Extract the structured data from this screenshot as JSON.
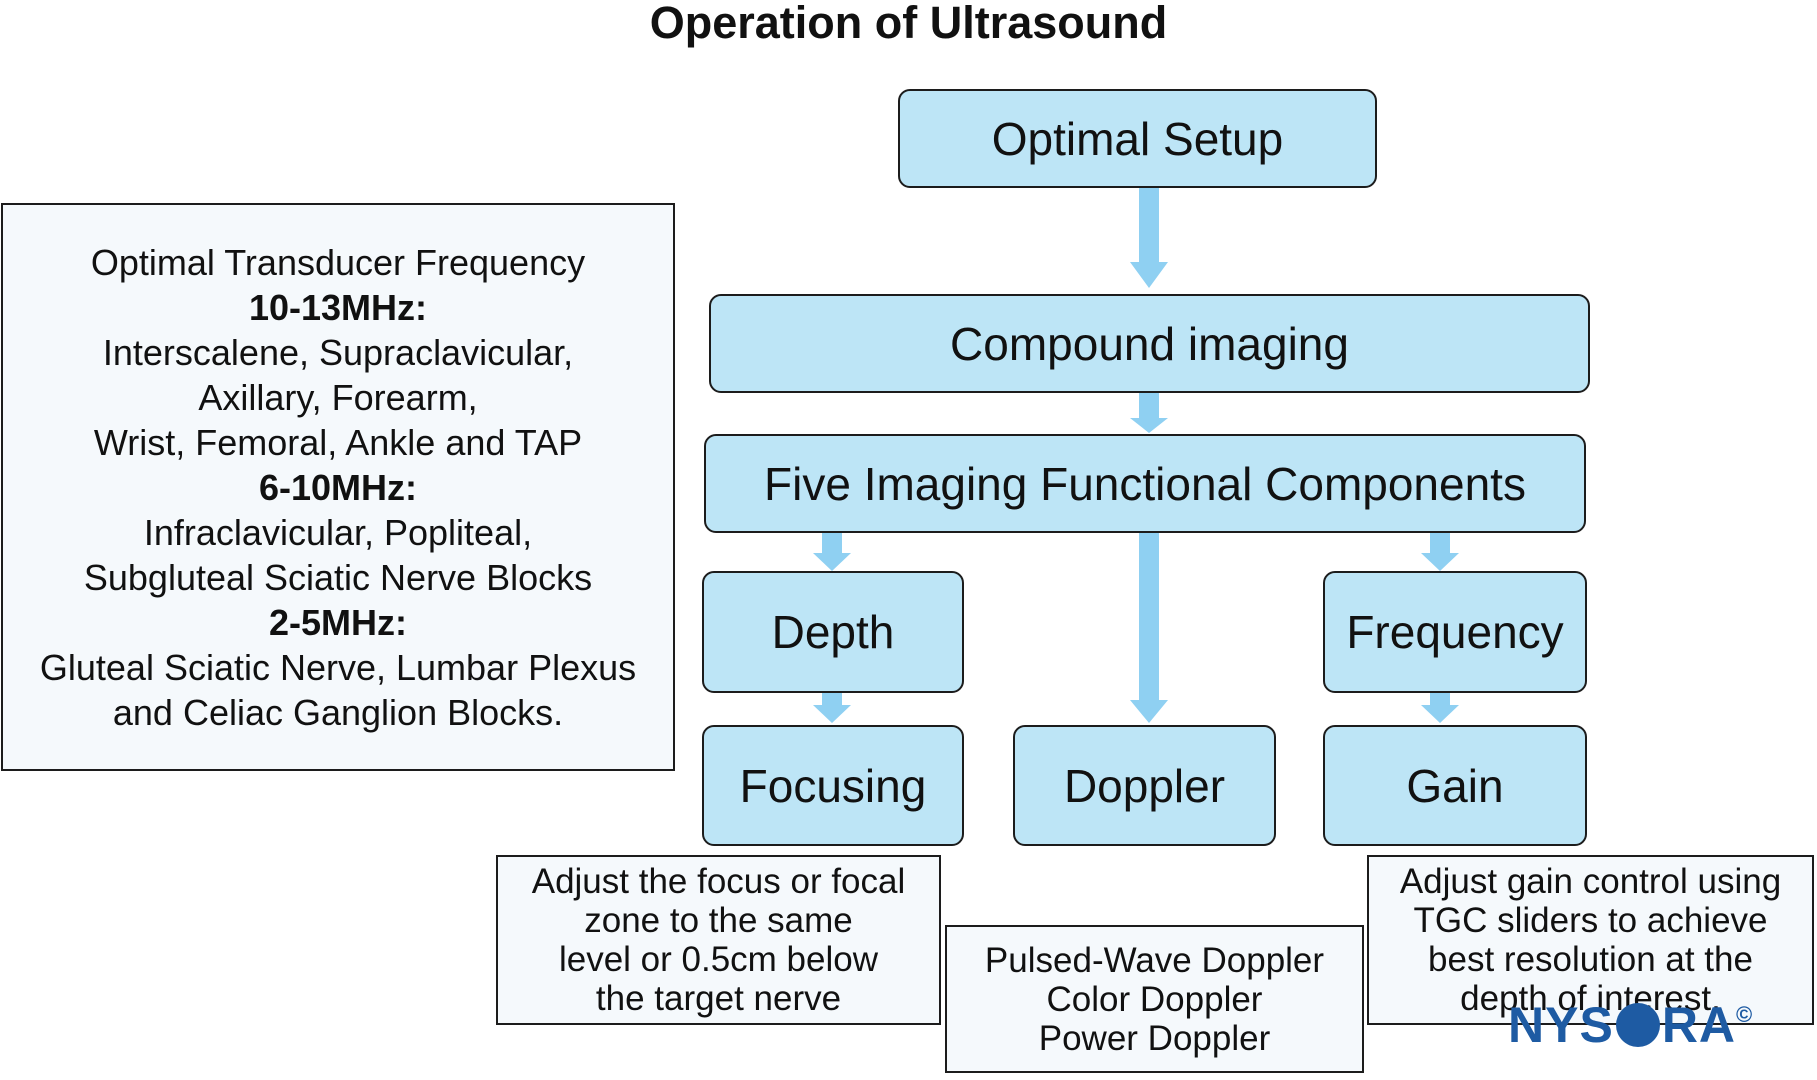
{
  "title": "Operation of Ultrasound",
  "nodes": {
    "optimal_setup": "Optimal Setup",
    "compound_imaging": "Compound imaging",
    "five_components": "Five Imaging Functional Components",
    "depth": "Depth",
    "focusing": "Focusing",
    "doppler": "Doppler",
    "frequency": "Frequency",
    "gain": "Gain"
  },
  "notes": {
    "focusing": [
      "Adjust the focus or focal",
      "zone to the same",
      "level or 0.5cm below",
      "the target nerve"
    ],
    "doppler": [
      "Pulsed-Wave Doppler",
      "Color Doppler",
      "Power Doppler"
    ],
    "gain": [
      "Adjust gain control using",
      "TGC sliders to achieve",
      "best resolution at the",
      "depth of interest."
    ]
  },
  "frequency_panel": {
    "heading": "Optimal Transducer Frequency",
    "groups": [
      {
        "range": "10-13MHz:",
        "lines": [
          "Interscalene, Supraclavicular,",
          "Axillary, Forearm,",
          "Wrist, Femoral, Ankle and TAP"
        ]
      },
      {
        "range": "6-10MHz:",
        "lines": [
          "Infraclavicular, Popliteal,",
          "Subgluteal Sciatic Nerve Blocks"
        ]
      },
      {
        "range": "2-5MHz:",
        "lines": [
          "Gluteal Sciatic Nerve, Lumbar Plexus",
          "and Celiac Ganglion Blocks."
        ]
      }
    ]
  },
  "logo": {
    "text_a": "NYS",
    "text_b": "R",
    "text_c": "A",
    "mark": "©"
  },
  "colors": {
    "box_fill": "#bde5f6",
    "arrow": "#8fd0f2",
    "note_fill": "#f5f9fc",
    "logo": "#1e5ba3"
  }
}
